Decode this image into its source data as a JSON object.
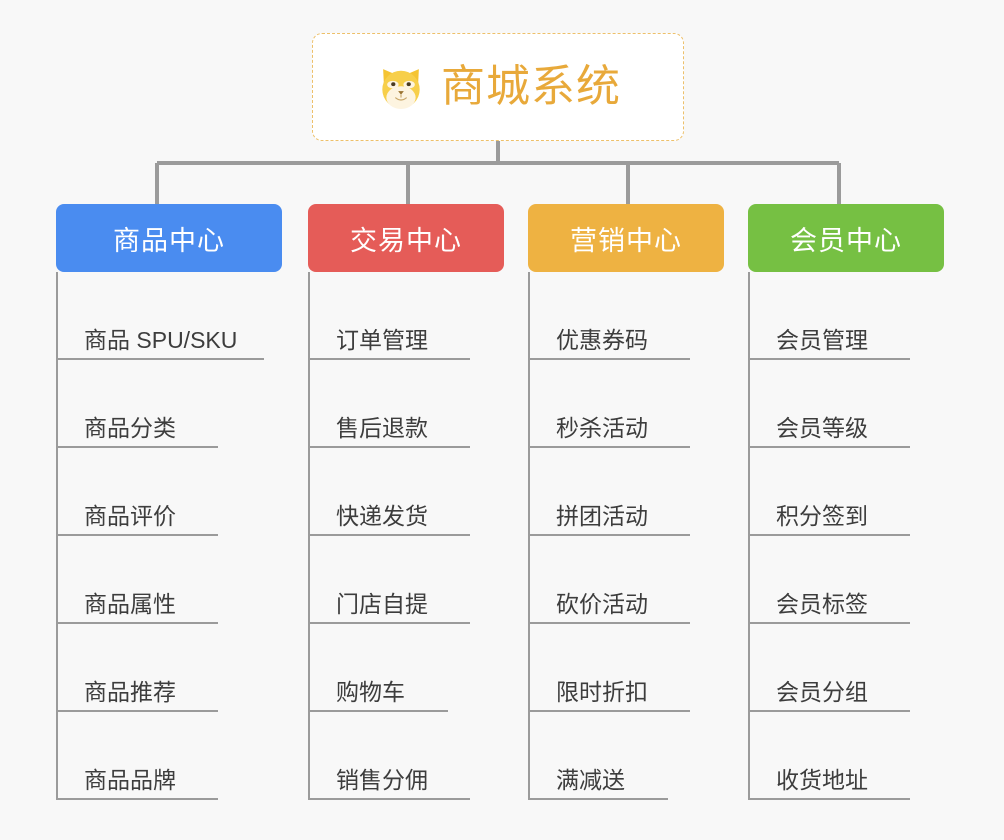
{
  "page": {
    "background_color": "#f8f8f8",
    "connector_color": "#9b9b9b",
    "leaf_text_color": "#3d3d3d",
    "leaf_rule_color": "#9b9b9b"
  },
  "root": {
    "title": "商城系统",
    "icon": "shiba-dog-face-icon",
    "title_color": "#e8a93a",
    "border_color": "#edc06a",
    "background_color": "#ffffff"
  },
  "branches": [
    {
      "label": "商品中心",
      "color": "#4a8cf0",
      "children": [
        {
          "label": "商品 SPU/SKU",
          "rule_width": 208
        },
        {
          "label": "商品分类",
          "rule_width": 162
        },
        {
          "label": "商品评价",
          "rule_width": 162
        },
        {
          "label": "商品属性",
          "rule_width": 162
        },
        {
          "label": "商品推荐",
          "rule_width": 162
        },
        {
          "label": "商品品牌",
          "rule_width": 162
        }
      ]
    },
    {
      "label": "交易中心",
      "color": "#e55c58",
      "children": [
        {
          "label": "订单管理",
          "rule_width": 162
        },
        {
          "label": "售后退款",
          "rule_width": 162
        },
        {
          "label": "快递发货",
          "rule_width": 162
        },
        {
          "label": "门店自提",
          "rule_width": 162
        },
        {
          "label": "购物车",
          "rule_width": 140
        },
        {
          "label": "销售分佣",
          "rule_width": 162
        }
      ]
    },
    {
      "label": "营销中心",
      "color": "#eeb242",
      "children": [
        {
          "label": "优惠券码",
          "rule_width": 162
        },
        {
          "label": "秒杀活动",
          "rule_width": 162
        },
        {
          "label": "拼团活动",
          "rule_width": 162
        },
        {
          "label": "砍价活动",
          "rule_width": 162
        },
        {
          "label": "限时折扣",
          "rule_width": 162
        },
        {
          "label": "满减送",
          "rule_width": 140
        }
      ]
    },
    {
      "label": "会员中心",
      "color": "#76c043",
      "children": [
        {
          "label": "会员管理",
          "rule_width": 162
        },
        {
          "label": "会员等级",
          "rule_width": 162
        },
        {
          "label": "积分签到",
          "rule_width": 162
        },
        {
          "label": "会员标签",
          "rule_width": 162
        },
        {
          "label": "会员分组",
          "rule_width": 162
        },
        {
          "label": "收货地址",
          "rule_width": 162
        }
      ]
    }
  ]
}
